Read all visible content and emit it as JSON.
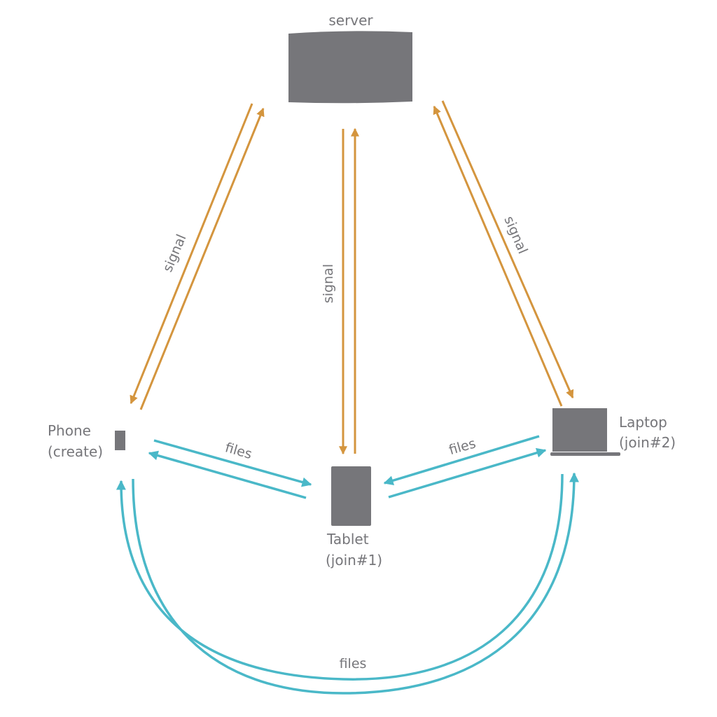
{
  "nodes": {
    "server": {
      "label": "server"
    },
    "phone": {
      "line1": "Phone",
      "line2": "(create)"
    },
    "tablet": {
      "line1": "Tablet",
      "line2": "(join#1)"
    },
    "laptop": {
      "line1": "Laptop",
      "line2": "(join#2)"
    }
  },
  "edges": {
    "signal_left": "signal",
    "signal_middle": "signal",
    "signal_right": "signal",
    "files_phone_tablet": "files",
    "files_tablet_laptop": "files",
    "files_phone_laptop": "files"
  },
  "colors": {
    "signal": "#d4953e",
    "files": "#4ab8c8",
    "device": "#76767a",
    "text": "#76767a"
  }
}
